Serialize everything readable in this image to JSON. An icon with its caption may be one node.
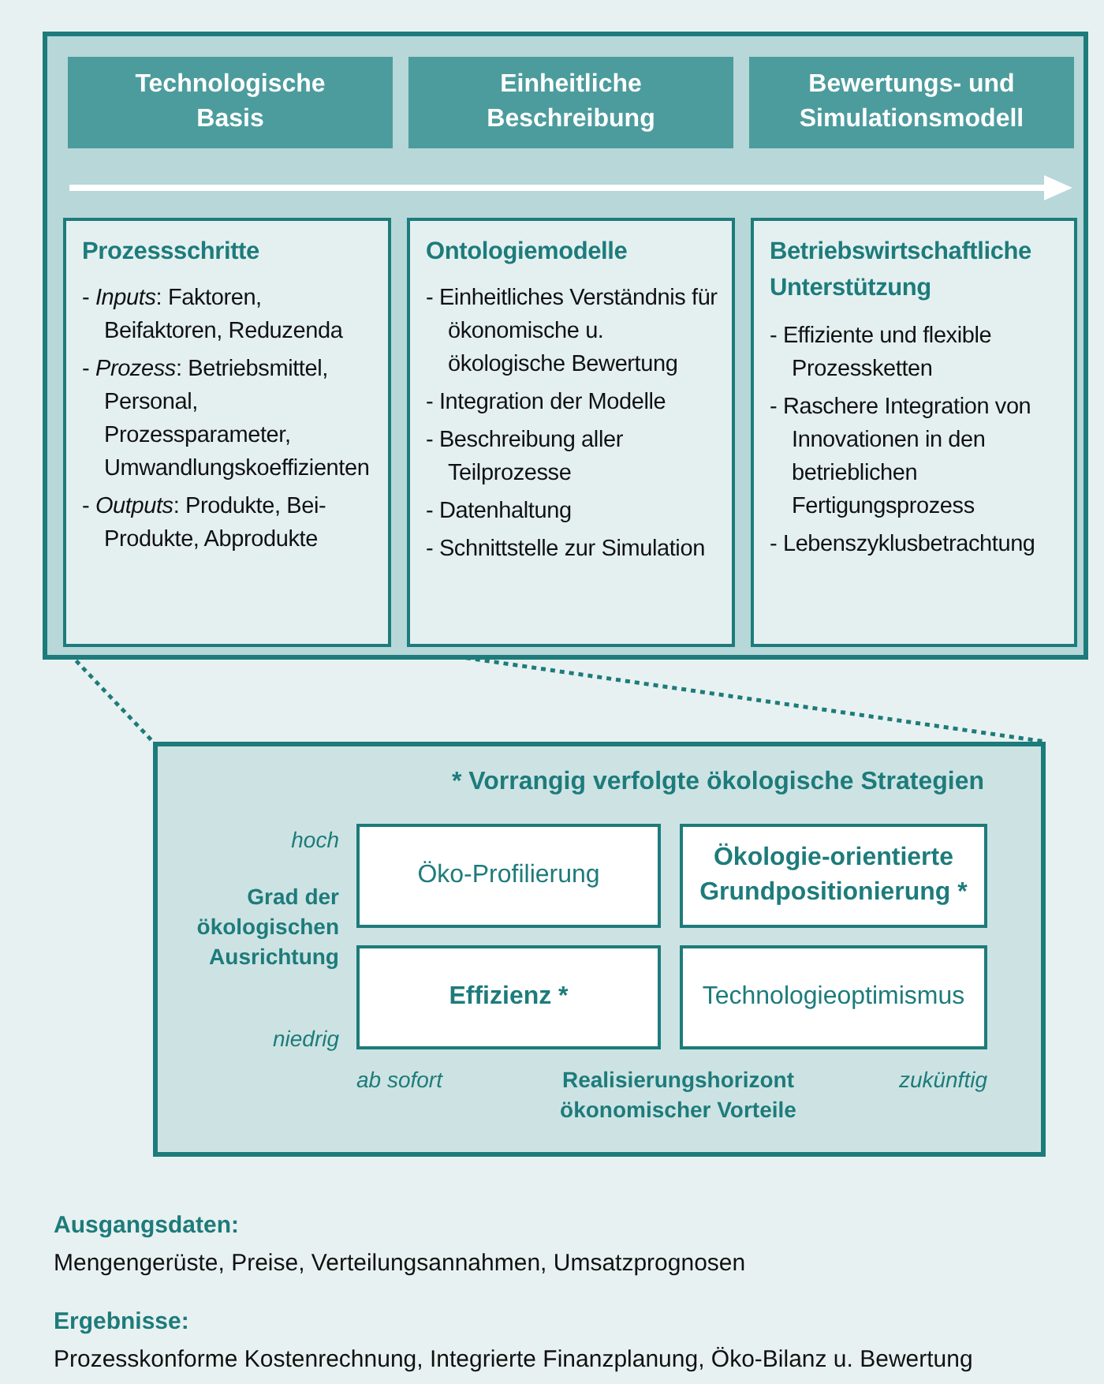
{
  "diagram": {
    "nodes": [
      {
        "text": [],
        "shape": "box"
      },
      {
        "text": [
          "Technologische Basis"
        ],
        "in": 0
      },
      {
        "text": [
          "Einheitliche Beschreibung"
        ],
        "in": 0
      },
      {
        "text": [
          "Bewertungs- und Simulationsmodell"
        ],
        "in": 0
      },
      {
        "text": [
          "Prozessschritte",
          "- *Inputs*: Faktoren, Beifaktoren, Reduzenda",
          "- *Prozess*: Betriebsmittel, Personal, Prozessparameter, Umwandlungskoeffizienten",
          "- *Outputs*: Produkte, Bei-Produkte, Abprodukte"
        ],
        "in": 0
      },
      {
        "text": [
          "Ontologiemodelle",
          "- Einheitliches Verständnis für ökonomische u. ökologische Bewertung",
          "- Integration der Modelle",
          "- Beschreibung aller Teilprozesse",
          "- Datenhaltung",
          "- Schnittstelle zur Simulation"
        ],
        "in": 0
      },
      {
        "text": [
          "Betriebswirtschaftliche Unterstützung",
          "- Effiziente und flexible Prozessketten",
          "- Raschere Integration von Innovationen in den betrieblichen Fertigungsprozess",
          "- Lebenszyklusbetrachtung"
        ],
        "in": 0
      },
      {
        "text": [
          "* Vorrangig verfolgte ökologische Strategien"
        ]
      },
      {
        "text": [
          "Öko-Profilierung"
        ],
        "in": 7
      },
      {
        "text": [
          "Ökologie-orientierte Grundpositionierung *"
        ],
        "in": 7
      },
      {
        "text": [
          "Effizienz *"
        ],
        "in": 7
      },
      {
        "text": [
          "Technologieoptimismus"
        ],
        "in": 7
      }
    ],
    "edges": [
      {
        "from": 4,
        "to": 7,
        "arrow": "none",
        "style": "dashed"
      },
      {
        "from": 4,
        "to": 7,
        "arrow": "none",
        "style": "dashed"
      }
    ],
    "labels": [
      "hoch",
      "Grad der ökologischen Ausrichtung",
      "niedrig",
      "ab sofort",
      "Realisierungshorizont ökonomischer Vorteile",
      "zukünftig",
      "Ausgangsdaten:",
      "Mengengerüste, Preise, Verteilungsannahmen, Umsatzprognosen",
      "Ergebnisse:",
      "Prozesskonforme Kostenrechnung, Integrierte Finanzplanung, Öko-Bilanz u. Bewertung"
    ]
  }
}
